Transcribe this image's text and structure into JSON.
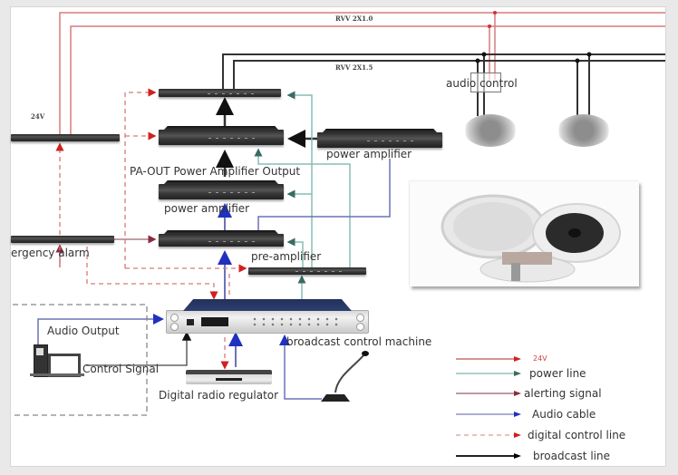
{
  "cables": {
    "top": "RVV 2X1.0",
    "second": "RVV 2X1.5",
    "voltage": "24V"
  },
  "devices": {
    "pa_out": "PA-OUT Power Amplifier Output",
    "power_amplifier_right": "power amplifier",
    "power_amplifier_left": "power amplifier",
    "pre_amplifier": "pre-amplifier",
    "emergency_alarm": "ergency alarm",
    "audio_control": "audio control",
    "broadcast_control_machine": "broadcast control machine",
    "digital_radio_regulator": "Digital radio regulator",
    "audio_output": "Audio Output",
    "control_signal": "Control Signal"
  },
  "legend": [
    {
      "label": "24V",
      "color": "#c0504d",
      "style": "solid",
      "arrow": "#d02020"
    },
    {
      "label": "power line",
      "color": "#7fb5ad",
      "style": "solid",
      "arrow": "#3a6b63"
    },
    {
      "label": "alerting signal",
      "color": "#9b5b68",
      "style": "solid",
      "arrow": "#8b2a3f"
    },
    {
      "label": "Audio cable",
      "color": "#7a7fb8",
      "style": "solid",
      "arrow": "#2030c0"
    },
    {
      "label": "digital control line",
      "color": "#d99a9a",
      "style": "dashed",
      "arrow": "#d02020"
    },
    {
      "label": "broadcast line",
      "color": "#222222",
      "style": "solid",
      "arrow": "#000000"
    }
  ],
  "colors": {
    "red_24v": "#d87b7b",
    "power": "#86bdb5",
    "alert": "#a0606a",
    "audio": "#6c72b8",
    "digital_control": "#d77a7a",
    "broadcast": "#333333",
    "dashed_box": "#888888"
  }
}
